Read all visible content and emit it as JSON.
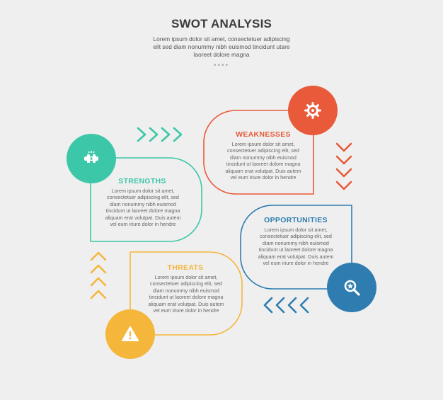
{
  "header": {
    "title": "SWOT ANALYSIS",
    "subtitle": "Lorem ipsum dolor sit amet, consectetuer adipiscing elit sed diam nonummy nibh euismod tincidunt utare laoreet dolore magna",
    "dots": "••••"
  },
  "cards": {
    "strengths": {
      "title": "STRENGTHS",
      "body": "Lorem ipsum dolor sit amet, consectetuer adipiscing elit, sed diam nonummy nibh euismod tincidunt ut laoreet dolore magna aliquam erat volutpat. Duis autem vel eum iriure dolor in hendre",
      "color": "#3cc7a8",
      "icon": "gear-hand-icon"
    },
    "weaknesses": {
      "title": "WEAKNESSES",
      "body": "Lorem ipsum dolor sit amet, consectetuer adipiscing elit, sed diam nonummy nibh euismod tincidunt ut laoreet dolore magna aliquam erat volutpat. Duis autem vel eum iriure dolor in hendre",
      "color": "#e85a3a",
      "icon": "gear-setting-icon"
    },
    "opportunities": {
      "title": "OPPORTUNITIES",
      "body": "Lorem ipsum dolor sit amet, consectetuer adipiscing elit, sed diam nonummy nibh euismod tincidunt ut laoreet dolore magna aliquam erat volutpat. Duis autem vel eum iriure dolor in hendre",
      "color": "#2f7db0",
      "icon": "search-icon"
    },
    "threats": {
      "title": "THREATS",
      "body": "Lorem ipsum dolor sit amet, consectetuer adipiscing elit, sed diam nonummy nibh euismod tincidunt ut laoreet dolore magna aliquam erat volutpat. Duis autem vel eum iriure dolor in hendre",
      "color": "#f5b63c",
      "icon": "warning-icon"
    }
  }
}
